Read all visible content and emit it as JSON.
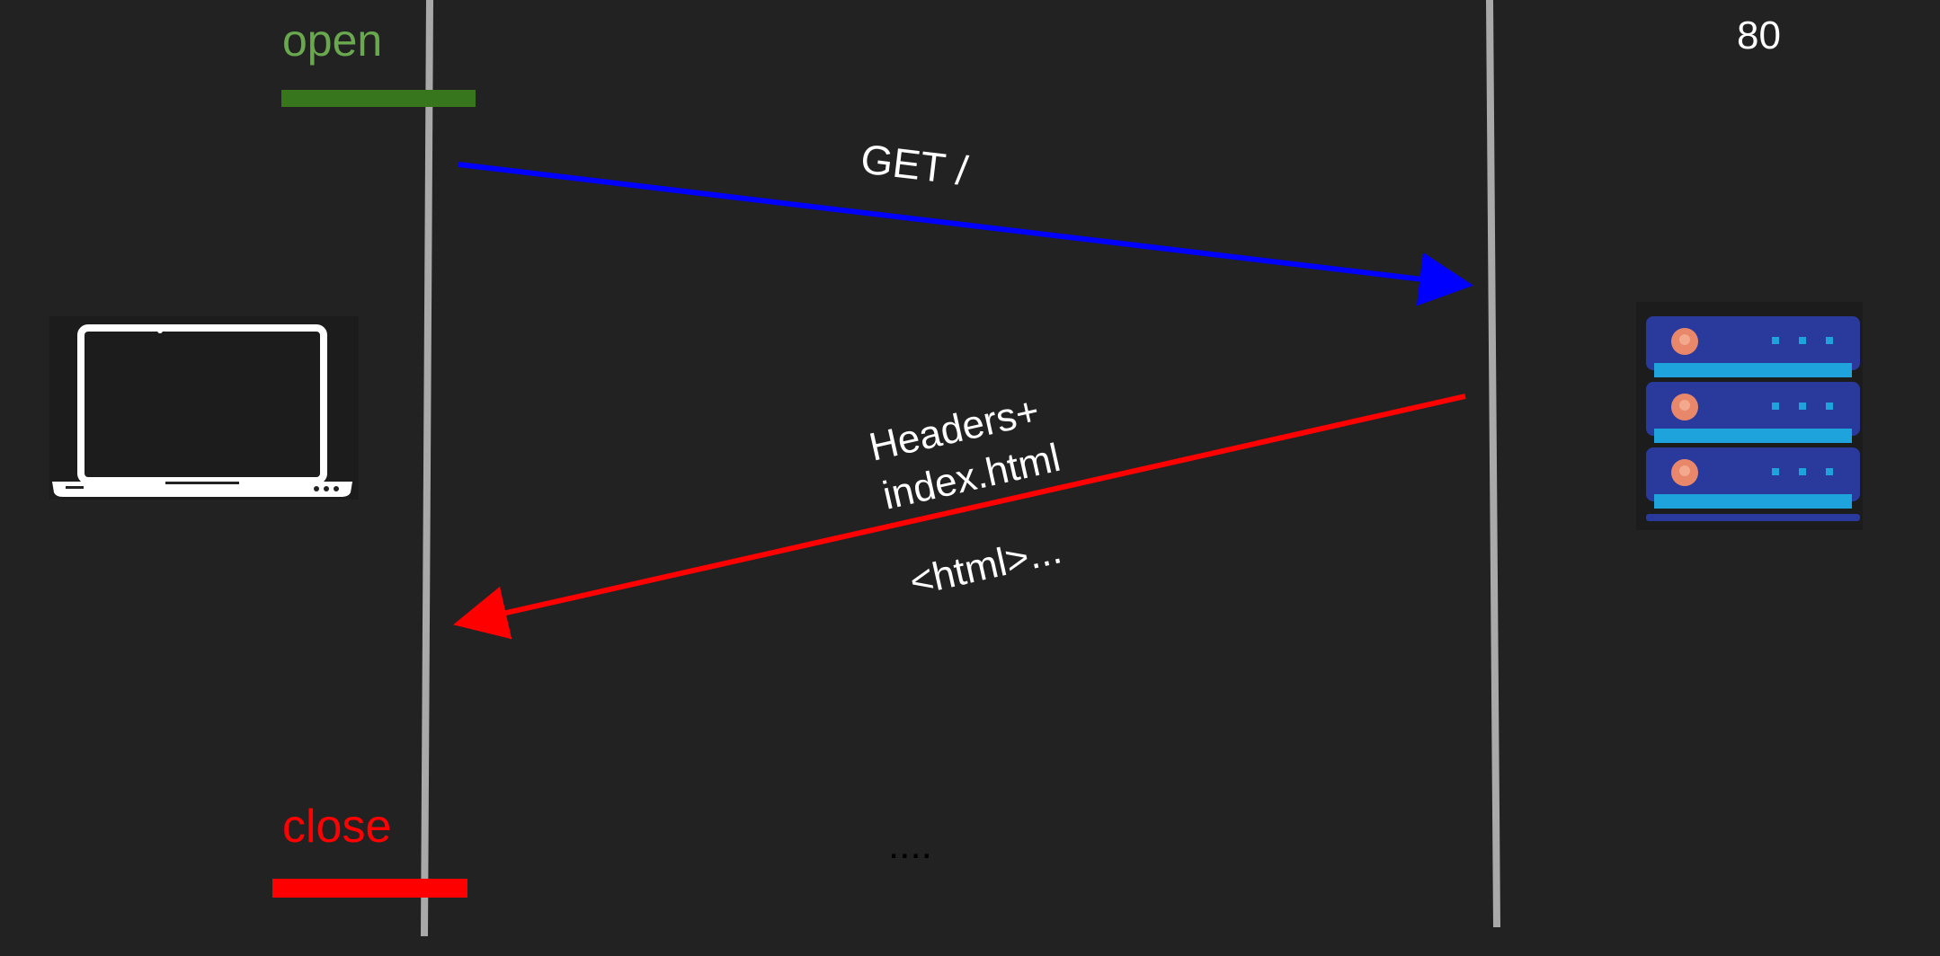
{
  "labels": {
    "open": "open",
    "close": "close",
    "port": "80",
    "request": "GET /",
    "response_line1": "Headers+",
    "response_line2": "index.html",
    "response_body": "<html>...",
    "ellipsis": "...."
  },
  "colors": {
    "background": "#222222",
    "timeline": "#a9a9a9",
    "open": "#6aa84f",
    "open_bar": "#38761d",
    "close": "#ff0000",
    "request_arrow": "#0000ff",
    "response_arrow": "#ff0000",
    "text": "#ffffff",
    "server_body": "#2a3a9c",
    "server_stripe": "#1fa3dc",
    "server_led": "#e8876a"
  },
  "icons": {
    "client": "laptop-icon",
    "server": "server-rack-icon"
  }
}
